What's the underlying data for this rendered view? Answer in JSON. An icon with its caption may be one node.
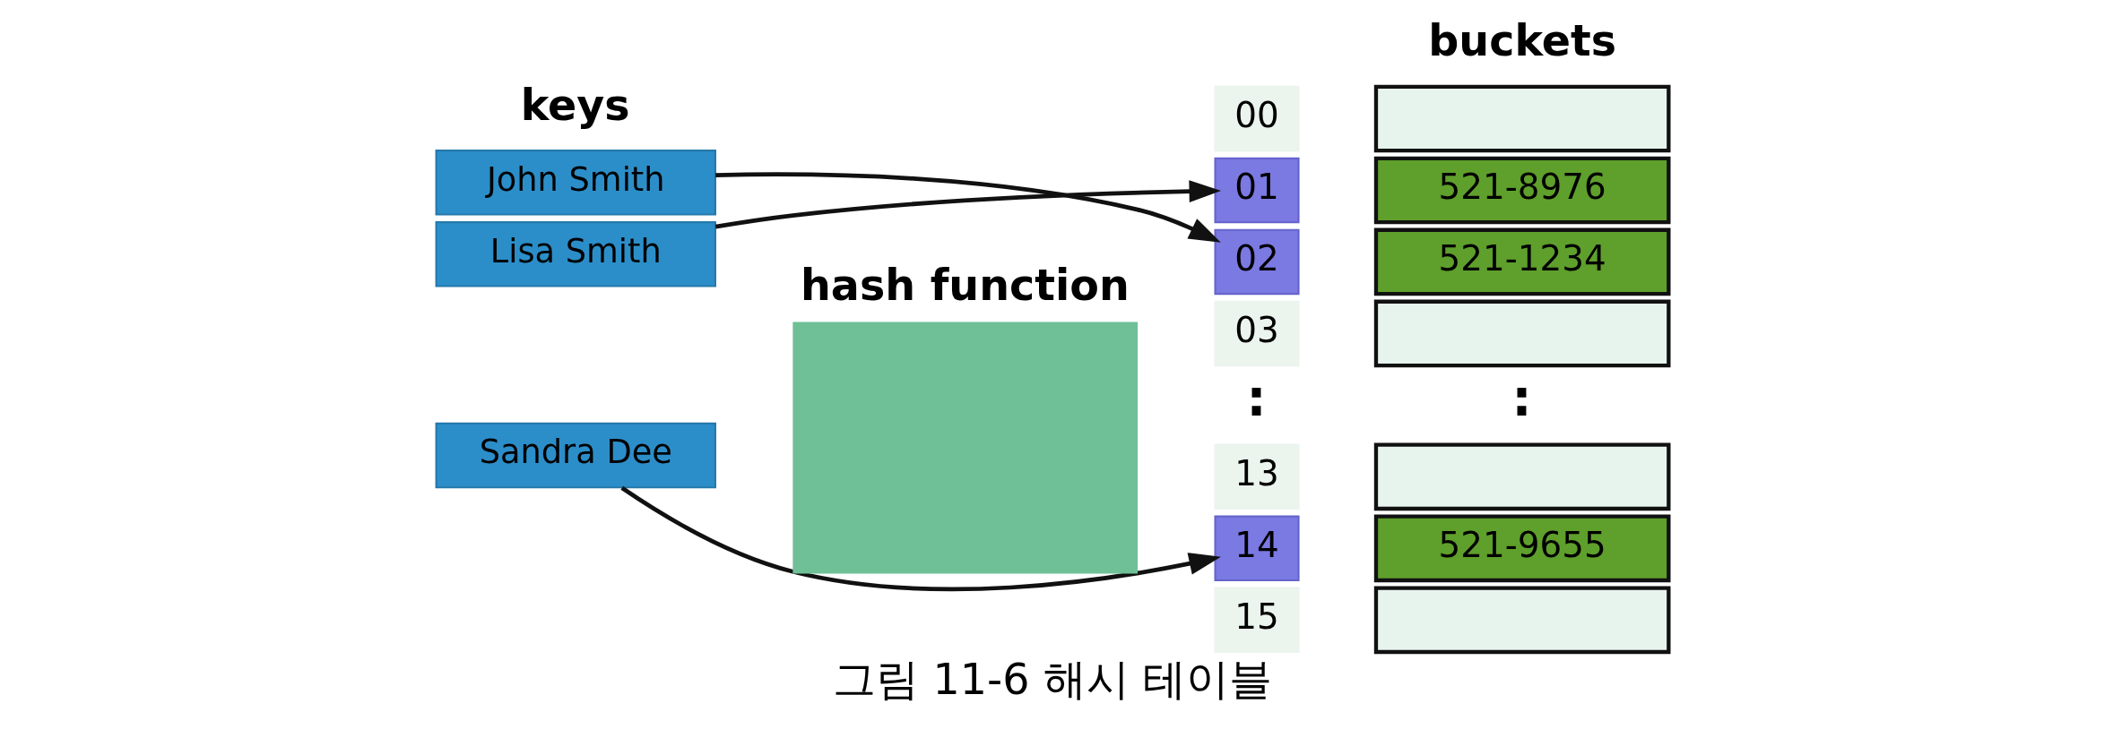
{
  "diagram": {
    "caption": "그림 11-6 해시 테이블",
    "nodes": [
      {
        "text": [
          "John Smith"
        ]
      },
      {
        "text": [
          "Lisa Smith"
        ]
      },
      {
        "text": [
          "Sandra Dee"
        ]
      },
      {
        "text": [
          "hash function"
        ]
      },
      {
        "text": [
          "00"
        ]
      },
      {
        "text": [
          "01"
        ]
      },
      {
        "text": [
          "02"
        ]
      },
      {
        "text": [
          "03"
        ]
      },
      {
        "text": [
          "13"
        ]
      },
      {
        "text": [
          "14"
        ]
      },
      {
        "text": [
          "15"
        ]
      },
      {
        "text": [],
        "shape": "box"
      },
      {
        "text": [
          "521-8976"
        ]
      },
      {
        "text": [
          "521-1234"
        ]
      },
      {
        "text": [],
        "shape": "box"
      },
      {
        "text": [],
        "shape": "box"
      },
      {
        "text": [
          "521-9655"
        ]
      },
      {
        "text": [],
        "shape": "box"
      }
    ],
    "edges": [
      {
        "from": 0,
        "to": 6,
        "arrow": "to"
      },
      {
        "from": 1,
        "to": 5,
        "arrow": "to"
      },
      {
        "from": 2,
        "to": 9,
        "arrow": "to"
      }
    ],
    "labels": [
      "keys",
      "buckets",
      ":",
      ":"
    ]
  }
}
